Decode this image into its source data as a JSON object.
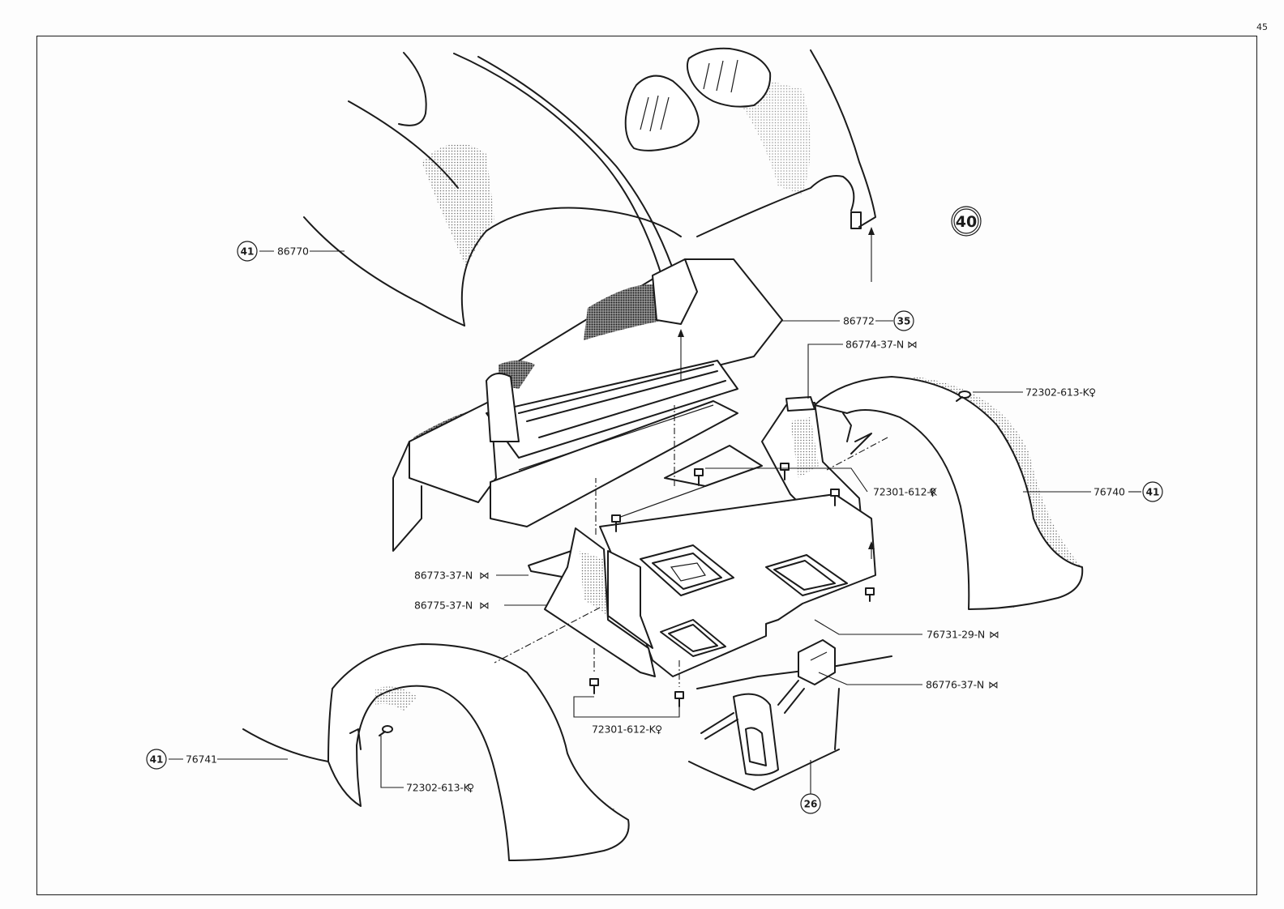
{
  "page": {
    "number": "45"
  },
  "assembly": {
    "number": "40"
  },
  "callouts": [
    {
      "part": "86770",
      "ref": "41"
    },
    {
      "part": "86772",
      "ref": "35"
    },
    {
      "part": "86774-37-N",
      "mark": "⋈"
    },
    {
      "part": "72302-613-K",
      "mark": "♀"
    },
    {
      "part": "72301-612-K",
      "mark": "♀"
    },
    {
      "part": "76740",
      "ref": "41"
    },
    {
      "part": "86773-37-N",
      "mark": "⋈"
    },
    {
      "part": "86775-37-N",
      "mark": "⋈"
    },
    {
      "part": "76731-29-N",
      "mark": "⋈"
    },
    {
      "part": "86776-37-N",
      "mark": "⋈"
    },
    {
      "part": "72301-612-K",
      "mark": "♀"
    },
    {
      "part": "76741",
      "ref": "41"
    },
    {
      "part": "72302-613-K",
      "mark": "♀"
    },
    {
      "ref": "26"
    }
  ]
}
